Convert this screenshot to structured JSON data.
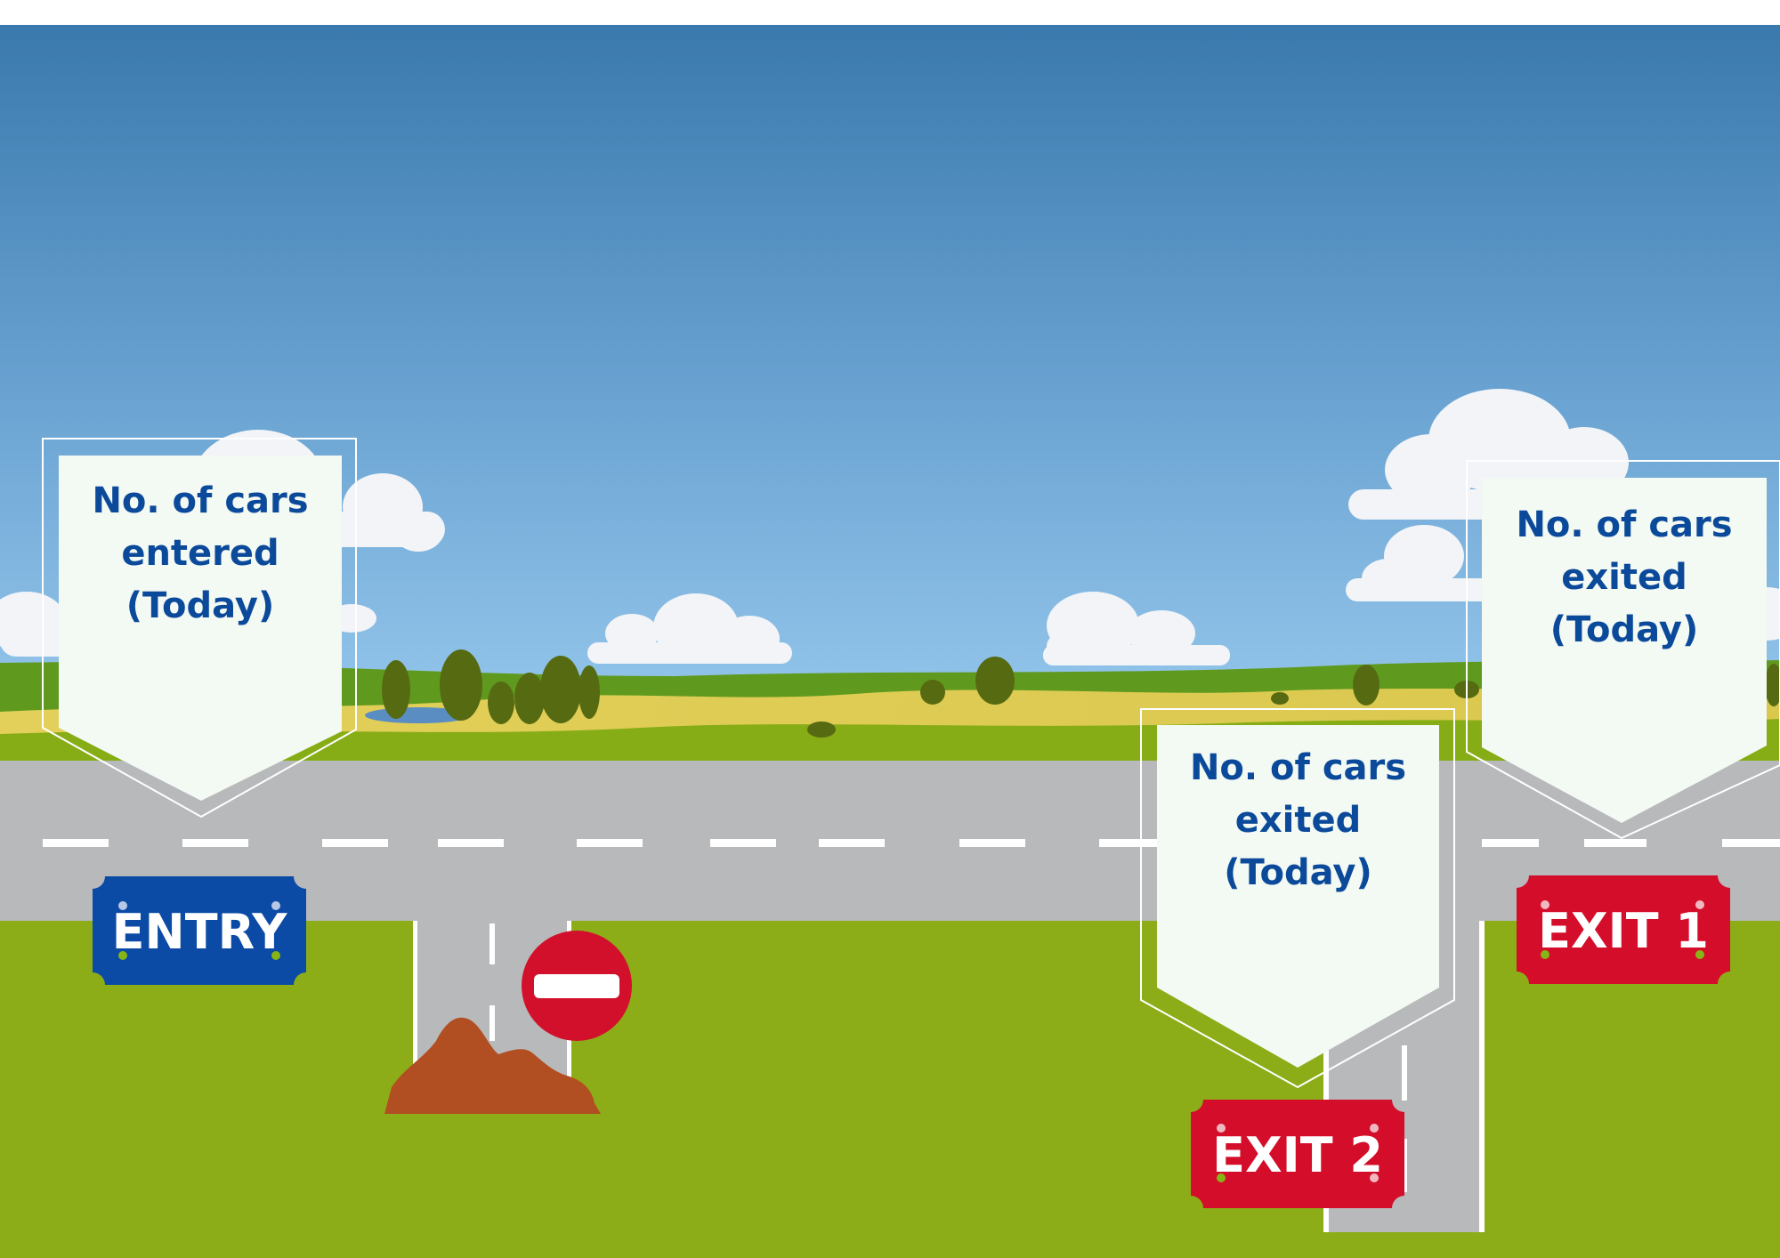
{
  "colors": {
    "sky_top": "#3a7aae",
    "sky_bottom": "#8dbfe6",
    "grass": "#8cad18",
    "road": "#b8b9bb",
    "road_marking": "#ffffff",
    "panel_fill": "#f3f9f3",
    "panel_text": "#0b4a9a",
    "entry_sign": "#0b4ba6",
    "exit_sign": "#d40e2a",
    "mound": "#b04f22"
  },
  "labels": {
    "entered": {
      "lines": [
        "No. of cars",
        "entered",
        "(Today)"
      ]
    },
    "exited_1": {
      "lines": [
        "No. of cars",
        "exited",
        "(Today)"
      ]
    },
    "exited_2": {
      "lines": [
        "No. of cars",
        "exited",
        "(Today)"
      ]
    }
  },
  "signs": {
    "entry": "ENTRY",
    "exit_1": "EXIT 1",
    "exit_2": "EXIT 2"
  },
  "icons": {
    "no_entry": "no-entry-icon",
    "mound": "dirt-mound-icon",
    "clouds": "cloud-icon",
    "trees": "tree-icon"
  }
}
